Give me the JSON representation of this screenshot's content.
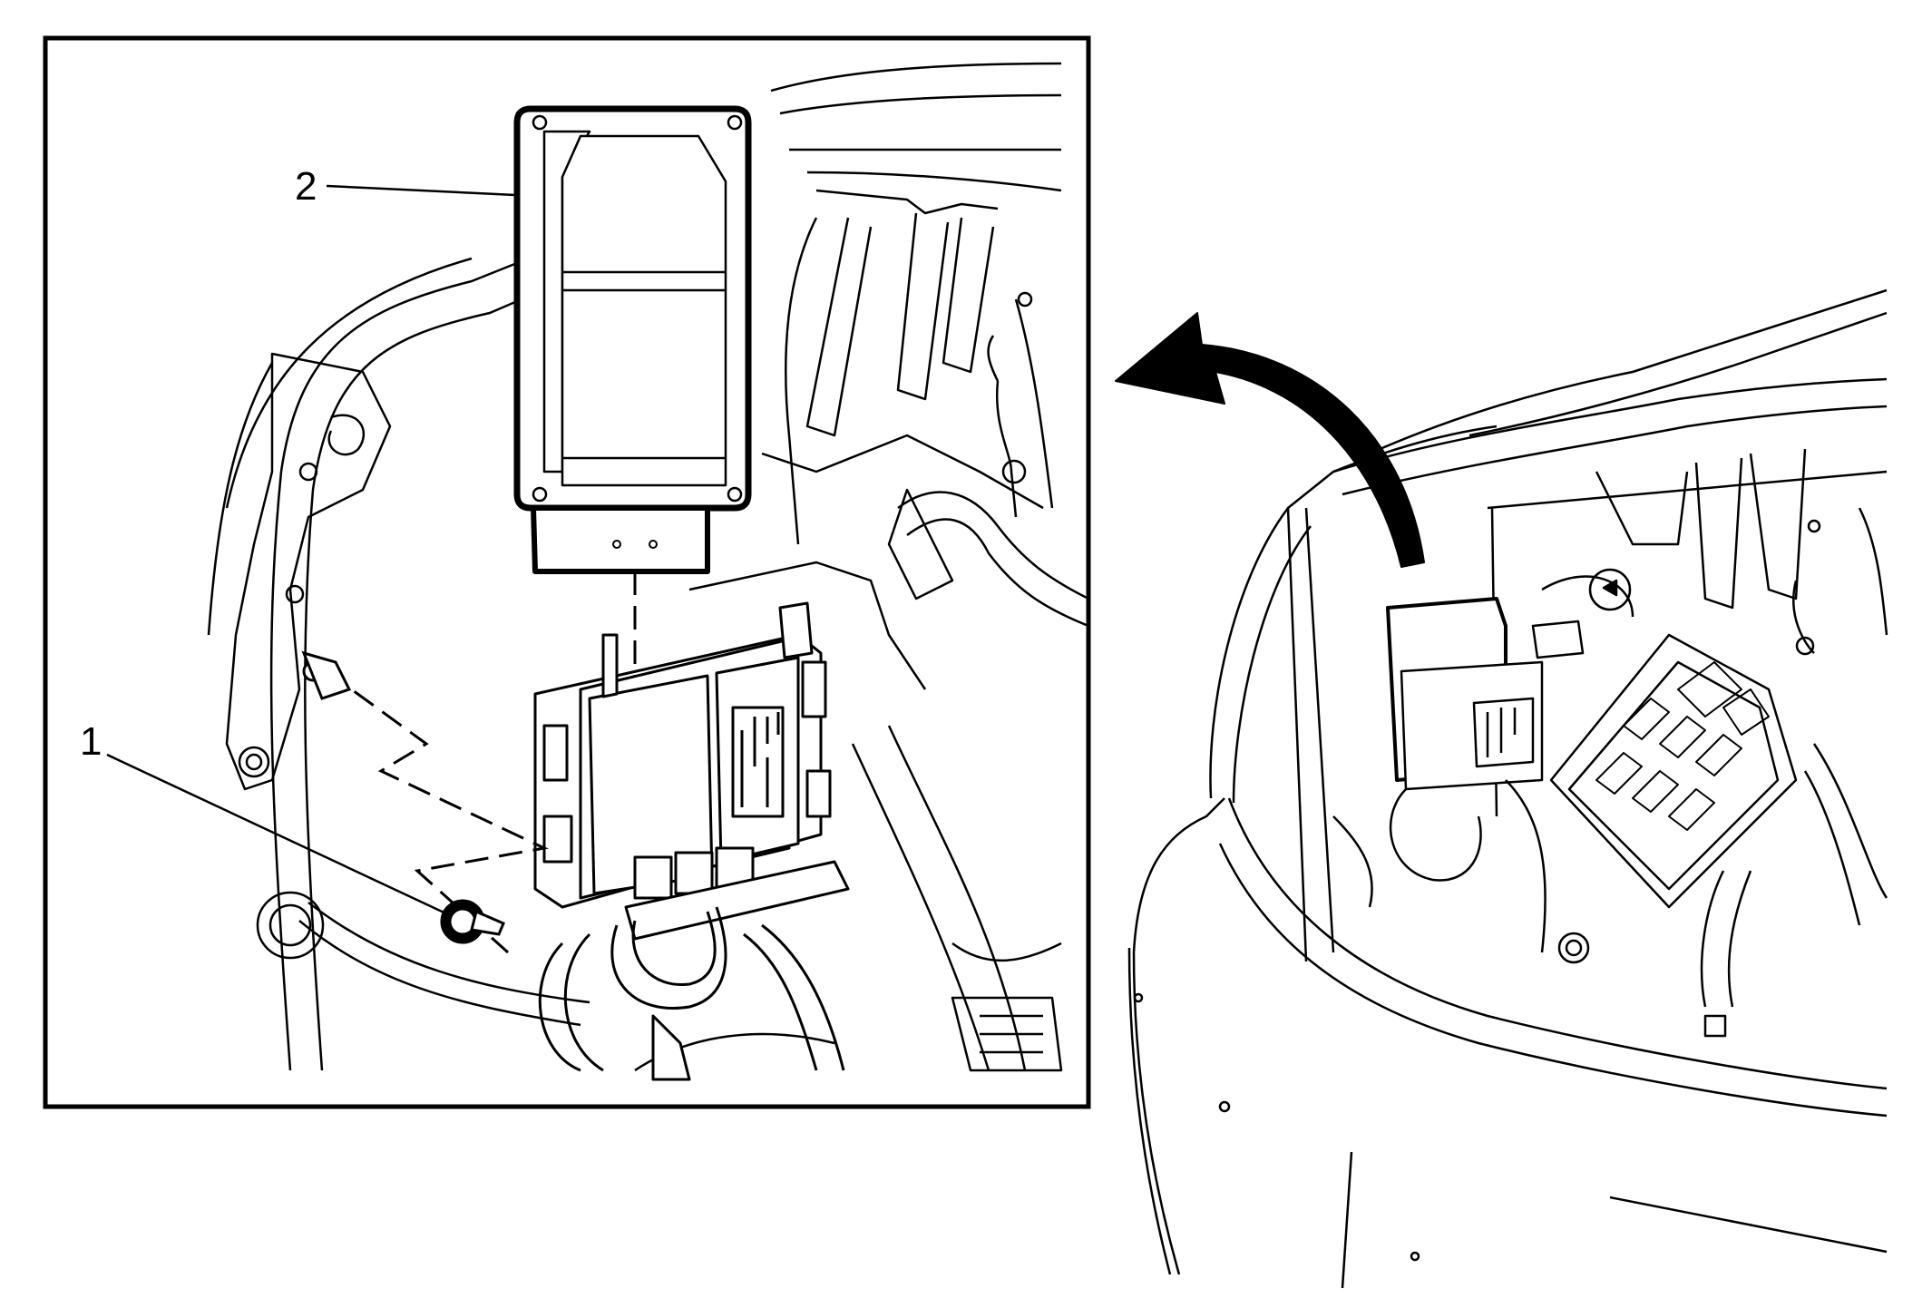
{
  "figure": {
    "callouts": [
      {
        "id": "1",
        "label": "1",
        "part": "nut"
      },
      {
        "id": "2",
        "label": "2",
        "part": "module-cover"
      }
    ],
    "colors": {
      "line": "#000000",
      "background": "#ffffff"
    }
  }
}
